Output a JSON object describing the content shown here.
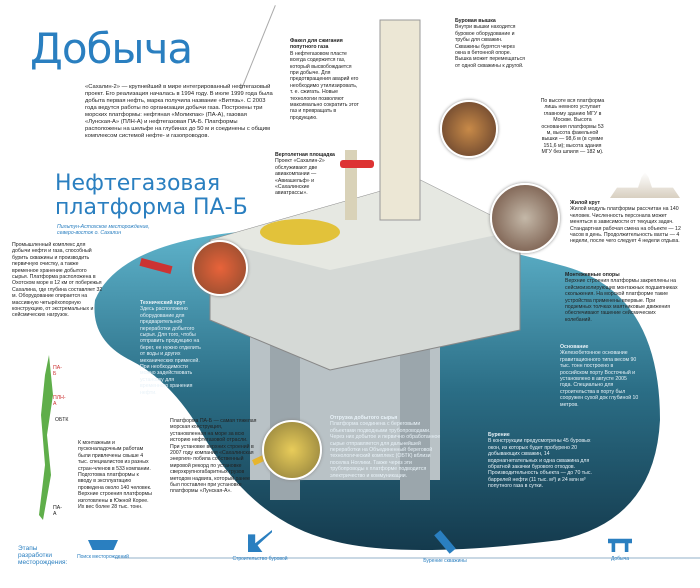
{
  "title": "Добыча",
  "intro": "«Сахалин-2» — крупнейший в мире интегрированный нефтегазовый проект. Его реализация началась в 1994 году. В июле 1999 года была добыта первая нефть, марка получила название «Витязь». С 2003 года ведутся работы по организации добычи газа. Построены три морских платформы: нефтяная «Моликпак» (ПА-А), газовая «Лунская-А» (ПЛН-А) и нефтегазовая ПА-Б. Платформы расположены на шельфе на глубинах до 50 м и соединены с общим комплексом системой нефте- и газопроводов.",
  "subtitle": "Нефтегазовая платформа ПА-Б",
  "location": "Пильтун-Астохское месторождение, северо-восток о. Сахалин",
  "complex_text": "Промышленный комплекс для добычи нефти и газа, способный бурить скважины и производить первичную очистку, а также временное хранение добытого сырья. Платформа расположена в Охотском море в 12 км от побережья Сахалина, где глубина составляет 32 м. Оборудование опирается на массивную четырёхопорную конструкцию, от экстремальных и сейсмических нагрузок.",
  "flare": {
    "title": "Факел для сжигания попутного газа",
    "text": "В нефтегазовом пласте всегда содержится газ, который высвобождается при добыче. Для предотвращения аварий его необходимо утилизировать, т. е. сжигать. Новые технологии позволяют максимально сократить этот газ и превращать в продукцию."
  },
  "derrick": {
    "title": "Буровая вышка",
    "text": "Внутри вышки находится буровое оборудование и трубы для скважин. Скважины бурятся через окна в бетонной опоре. Вышка может перемещаться от одной скважины к другой."
  },
  "height": "По высоте вся платформа лишь немного уступает главному зданию МГУ в Москве. Высота основания платформы 53 м, высота факельной вышки — 98,6 м (в сумме 151,6 м); высота здания МГУ без шпиля — 182 м).",
  "heli": {
    "title": "Вертолетная площадка",
    "text": "Проект «Сахалин-2» обслуживают две авиакомпании — «Авиашельф» и «Сахалинские авиатрассы»."
  },
  "living": {
    "title": "Жилой крут",
    "text": "Жилой модуль платформы рассчитан на 140 человек. Численность персонала может меняться в зависимости от текущих задач. Стандартная рабочая смена на объекте — 12 часов в день. Продолжительность вахты — 4 недели, после чего следует 4 недели отдыха."
  },
  "supports": {
    "title": "Монтежевные опоры",
    "text": "Верхние строения платформы закреплены на сейсмоизолирующих монтажных подшипниках скольжения. На морской платформе такие устройства применены впервые. При подземных толчках маятниковые движения обеспечивают гашение сейсмических колебаний."
  },
  "tech": {
    "title": "Технический крут",
    "text": "Здесь расположено оборудование для предварительной переработки добытого сырья. Для того, чтобы отправить продукцию на берег, ее нужно отделить от воды и других механических примесей. При необходимости можно задействовать установку для временного хранения нефти."
  },
  "base": {
    "title": "Основание",
    "text": "Железобетонное основание гравитационного типа весом 90 тыс. тонн построено в российском порту Восточный и установлено в августе 2005 года. Специально для строительства в порту был сооружен сухой док глубиной 10 метров."
  },
  "drilling": {
    "title": "Бурение",
    "text": "В конструкции предусмотрены 45 буровых окон, из которых будет пробурено 20 добывающих скважин, 14 водонагнетательных и одна скважина для обратной закачки бурового отходов. Производительность объекта — до 70 тыс. баррелей нефти (11 тыс. м³) и 24 млн м³ попутного газа в сутки."
  },
  "pipeline": {
    "title": "Отгрузка добытого сырья",
    "text": "Платформа соединена с береговыми объектами подводными трубопроводами. Через них добытое и первично обработанное сырье отправляется для дальнейшей переработки на Объединенный береговой технологический комплекс (ОБТК) вблизи поселка Ноглики. Также через эти трубопроводы к платформе подводится электричество и коммуникации."
  },
  "hookup": "К монтажным и пусконаладочным работам были привлечены свыше 4 тыс. специалистов из разных стран-членов в 533 компании. Подготовка платформы к вводу в эксплуатацию проведена около 140 человек. Верхние строения платформы изготовлены в Южной Корее. Их вес более 28 тыс. тонн.",
  "pab": "Платформа ПА-Б — самая тяжелая морская конструкция, установленная на море за всю историю нефтегазовой отрасли. При установке верхних строений в 2007 году компания «Сахалинская энергия» побила собственный мировой рекорд по установке сверхкрупногабаритных грузов методом надвига, который ранее был поставлен при установке платформы «Лунская-А».",
  "map_labels": [
    "ПА-Б",
    "ПЛН-А",
    "ОБТК",
    "ПА-А"
  ],
  "stages_title": "Этапы разработки месторождения:",
  "stages": [
    "Поиск месторождений",
    "Строительство буровой",
    "Бурение скважины",
    "Добыча"
  ],
  "colors": {
    "accent": "#2a7fc0",
    "sea": "#1d4a60"
  }
}
